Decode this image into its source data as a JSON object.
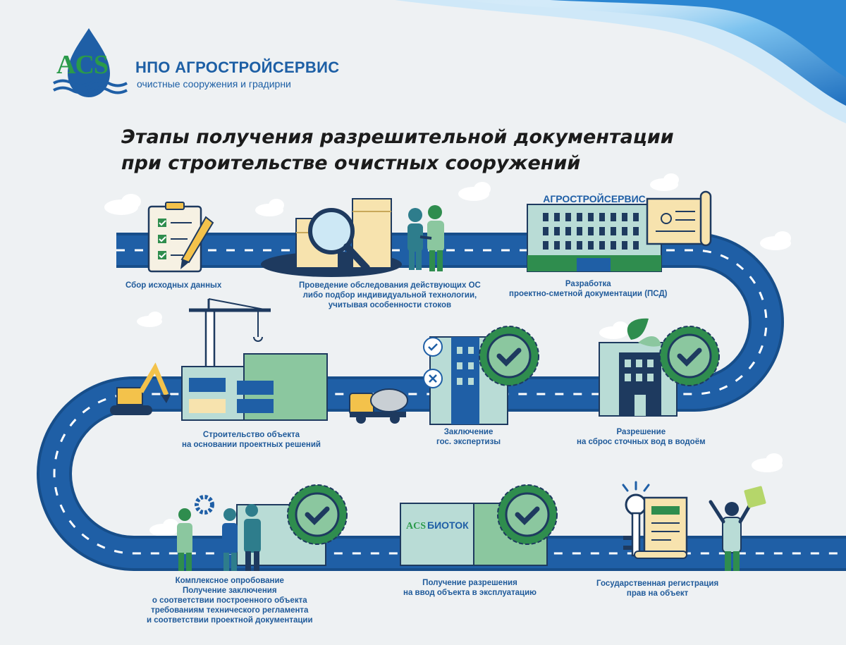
{
  "header": {
    "logo_text": "ACS",
    "company_name": "НПО АГРОСТРОЙСЕРВИС",
    "tagline": "очистные сооружения и градирни"
  },
  "title": {
    "line1": "Этапы получения разрешительной документации",
    "line2": "при строительстве очистных сооружений"
  },
  "sign_texts": {
    "office_sign": "АГРОСТРОЙСЕРВИС",
    "biotok_logo": "ACS",
    "biotok": "БИОТОК"
  },
  "steps": [
    {
      "id": "step-1",
      "lines": [
        "Сбор исходных данных"
      ]
    },
    {
      "id": "step-2",
      "lines": [
        "Проведение обследования действующих ОС",
        "либо подбор индивидуальной технологии,",
        "учитывая особенности стоков"
      ]
    },
    {
      "id": "step-3",
      "lines": [
        "Разработка",
        "проектно-сметной документации (ПСД)"
      ]
    },
    {
      "id": "step-4",
      "lines": [
        "Разрешение",
        "на сброс сточных вод в водоём"
      ]
    },
    {
      "id": "step-5",
      "lines": [
        "Заключение",
        "гос. экспертизы"
      ]
    },
    {
      "id": "step-6",
      "lines": [
        "Строительство объекта",
        "на основании проектных решений"
      ]
    },
    {
      "id": "step-7",
      "lines": [
        "Комплексное опробование",
        "Получение заключения",
        "о соответствии построенного объекта",
        "требованиям технического регламента",
        "и соответствии проектной документации"
      ]
    },
    {
      "id": "step-8",
      "lines": [
        "Получение разрешения",
        "на ввод объекта в эксплуатацию"
      ]
    },
    {
      "id": "step-9",
      "lines": [
        "Государственная регистрация",
        "прав на объект"
      ]
    }
  ],
  "colors": {
    "background": "#eef1f3",
    "road": "#1f5fa6",
    "road_edge": "#174e8a",
    "accent_green": "#2f8d4e",
    "label_blue": "#1f5a9a",
    "building_light": "#b9dcd6",
    "paper": "#f7e3ae"
  },
  "icons": [
    "clipboard-icon",
    "magnifier-icon",
    "handshake-icon",
    "office-building-icon",
    "blueprint-icon",
    "approval-badge-icon",
    "excavator-icon",
    "crane-icon",
    "concrete-mixer-icon",
    "gear-icon",
    "key-icon",
    "document-icon",
    "person-celebrating-icon"
  ]
}
